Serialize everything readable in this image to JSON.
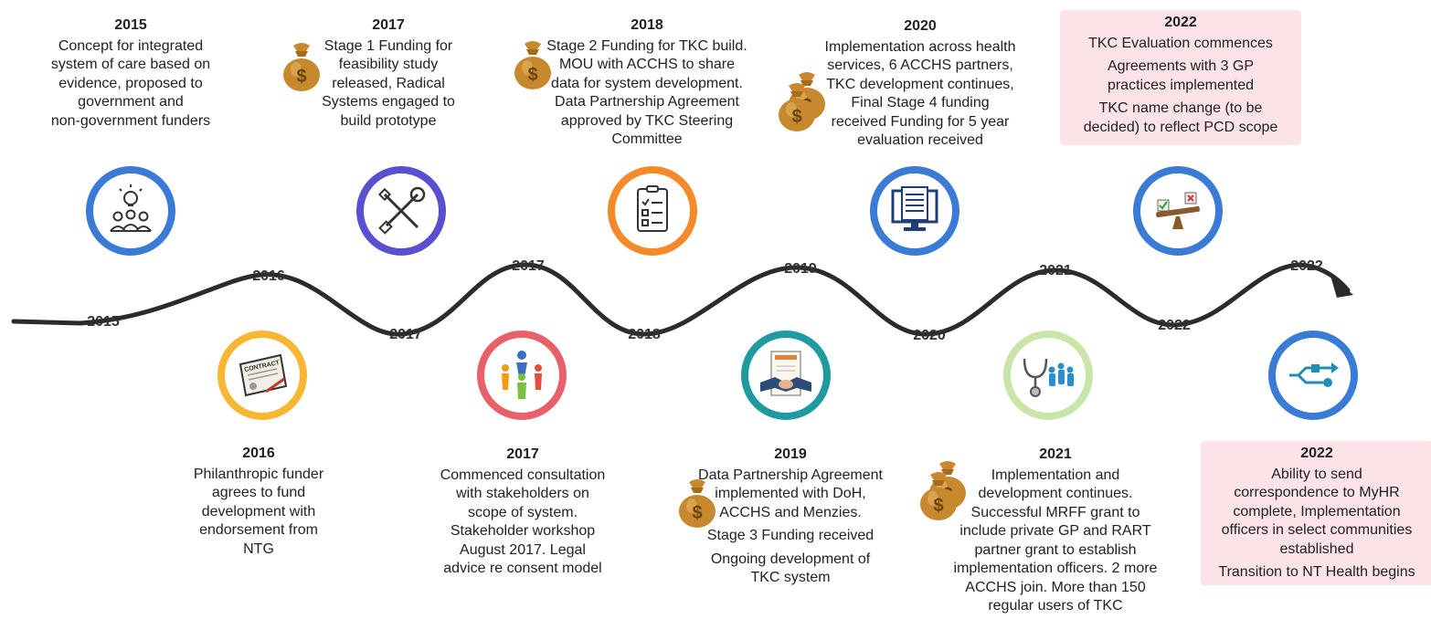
{
  "colors": {
    "line": "#2b2b2b",
    "ring_blue": "#3a7bd5",
    "ring_purple": "#5a4fcf",
    "ring_orange": "#f58a2a",
    "ring_yellow": "#f7b733",
    "ring_red": "#e8606a",
    "ring_teal": "#1f9aa0",
    "ring_green": "#c9e6a8",
    "highlight_box": "#fbe3e8",
    "bag": "#c8892e"
  },
  "timeline_labels": [
    "2015",
    "2016",
    "2017",
    "2017",
    "2018",
    "2019",
    "2020",
    "2021",
    "2022",
    "2022"
  ],
  "top_events": [
    {
      "year": "2015",
      "lines": [
        "Concept for integrated",
        "system of care based on",
        "evidence, proposed to",
        "government and",
        "non-government funders"
      ],
      "icon": "lightbulb-people-icon"
    },
    {
      "year": "2017",
      "lines": [
        "Stage 1 Funding for",
        "feasibility study",
        "released, Radical",
        "Systems engaged to",
        "build prototype"
      ],
      "icon": "tools-icon"
    },
    {
      "year": "2018",
      "lines": [
        "Stage 2 Funding for TKC build.",
        "MOU with ACCHS to share",
        "data for system development.",
        "Data Partnership Agreement",
        "approved by TKC Steering",
        "Committee"
      ],
      "icon": "checklist-icon"
    },
    {
      "year": "2020",
      "lines": [
        "Implementation across health",
        "services, 6 ACCHS partners,",
        "TKC development continues,",
        "Final Stage 4 funding",
        "received Funding for 5 year",
        "evaluation received"
      ],
      "icon": "monitor-document-icon"
    },
    {
      "year": "2022",
      "lines": [
        "TKC Evaluation commences",
        "Agreements with 3 GP",
        "practices implemented",
        "TKC name change (to be",
        "decided) to reflect PCD scope"
      ],
      "icon": "balance-scale-icon"
    }
  ],
  "bottom_events": [
    {
      "year": "2016",
      "lines": [
        "Philanthropic funder",
        "agrees to fund",
        "development with",
        "endorsement from",
        "NTG"
      ],
      "icon": "contract-icon"
    },
    {
      "year": "2017",
      "lines": [
        "Commenced consultation",
        "with stakeholders on",
        "scope of system.",
        "Stakeholder workshop",
        "August 2017. Legal",
        "advice re consent model"
      ],
      "icon": "stakeholders-icon"
    },
    {
      "year": "2019",
      "lines": [
        "Data Partnership Agreement",
        "implemented with DoH,",
        "ACCHS and Menzies.",
        "Stage 3 Funding received",
        "Ongoing development of",
        "TKC system"
      ],
      "icon": "agreement-handshake-icon"
    },
    {
      "year": "2021",
      "lines": [
        "Implementation and",
        "development continues.",
        "Successful MRFF grant to",
        "include private GP and RART",
        "partner grant to establish",
        "implementation officers. 2 more",
        "ACCHS join. More than 150",
        "regular users of TKC"
      ],
      "icon": "stethoscope-people-icon"
    },
    {
      "year": "2022",
      "lines": [
        "Ability to send",
        "correspondence to MyHR",
        "complete, Implementation",
        "officers in select communities",
        "established",
        "Transition to NT Health begins"
      ],
      "icon": "transition-flow-icon"
    }
  ],
  "money_bag_icon": "money-bag-icon"
}
